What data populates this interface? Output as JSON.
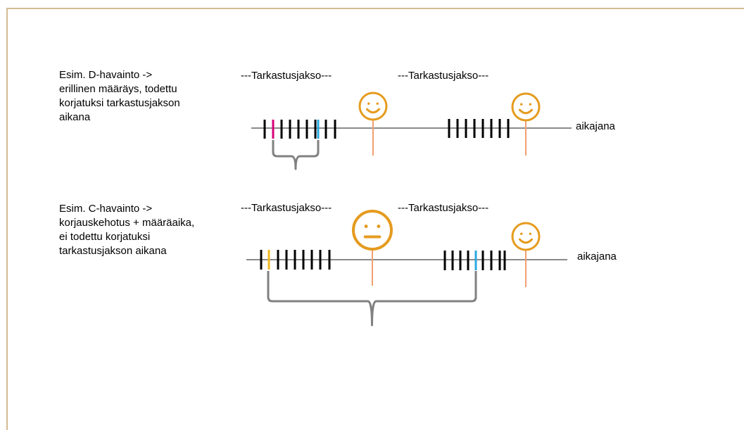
{
  "rows": [
    {
      "id": "d",
      "description": "Esim. D-havainto ->\nerillinen määräys, todettu\nkorjatuksi tarkastusjakson\naikana",
      "period_labels": [
        "---Tarkastusjakso---",
        "---Tarkastusjakso---"
      ],
      "axis_label": "aikajana",
      "faces": [
        "smile",
        "smile"
      ]
    },
    {
      "id": "c",
      "description": "Esim. C-havainto ->\nkorjauskehotus + määräaika,\nei todettu korjatuksi\ntarkastusjakson aikana",
      "period_labels": [
        "---Tarkastusjakso---",
        "---Tarkastusjakso---"
      ],
      "axis_label": "aikajana",
      "faces": [
        "neutral",
        "smile"
      ]
    }
  ],
  "colors": {
    "frame": "#d2bb93",
    "face": "#e59b1f",
    "pin": "#f0a070",
    "tick": "#000000",
    "marker_magenta": "#d6007a",
    "marker_blue": "#29a9e1",
    "marker_yellow": "#f2b822",
    "brace": "#808080",
    "timeline": "#444444"
  }
}
